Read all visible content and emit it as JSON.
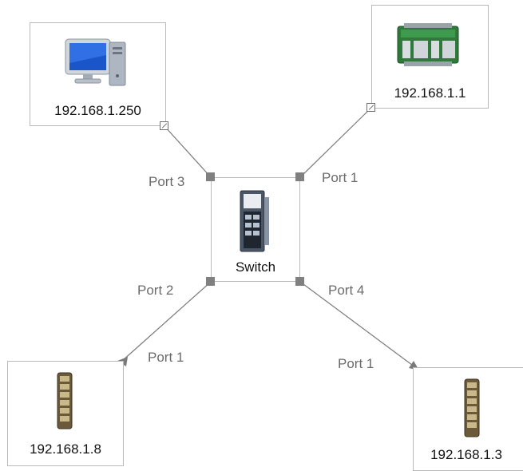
{
  "nodes": {
    "pc": {
      "label": "192.168.1.250",
      "icon": "desktop-computer-icon"
    },
    "plc": {
      "label": "192.168.1.1",
      "icon": "plc-controller-icon"
    },
    "switch": {
      "label": "Switch",
      "icon": "network-switch-icon"
    },
    "dev8": {
      "label": "192.168.1.8",
      "icon": "io-module-icon"
    },
    "dev3": {
      "label": "192.168.1.3",
      "icon": "io-module-icon"
    }
  },
  "ports": {
    "switch_port3": "Port 3",
    "switch_port1": "Port 1",
    "switch_port2": "Port 2",
    "switch_port4": "Port 4",
    "dev8_port1": "Port 1",
    "dev3_port1": "Port 1"
  },
  "colors": {
    "link": "#7a7a7a",
    "port_fill": "#808080",
    "node_border": "#b9b9b9"
  }
}
